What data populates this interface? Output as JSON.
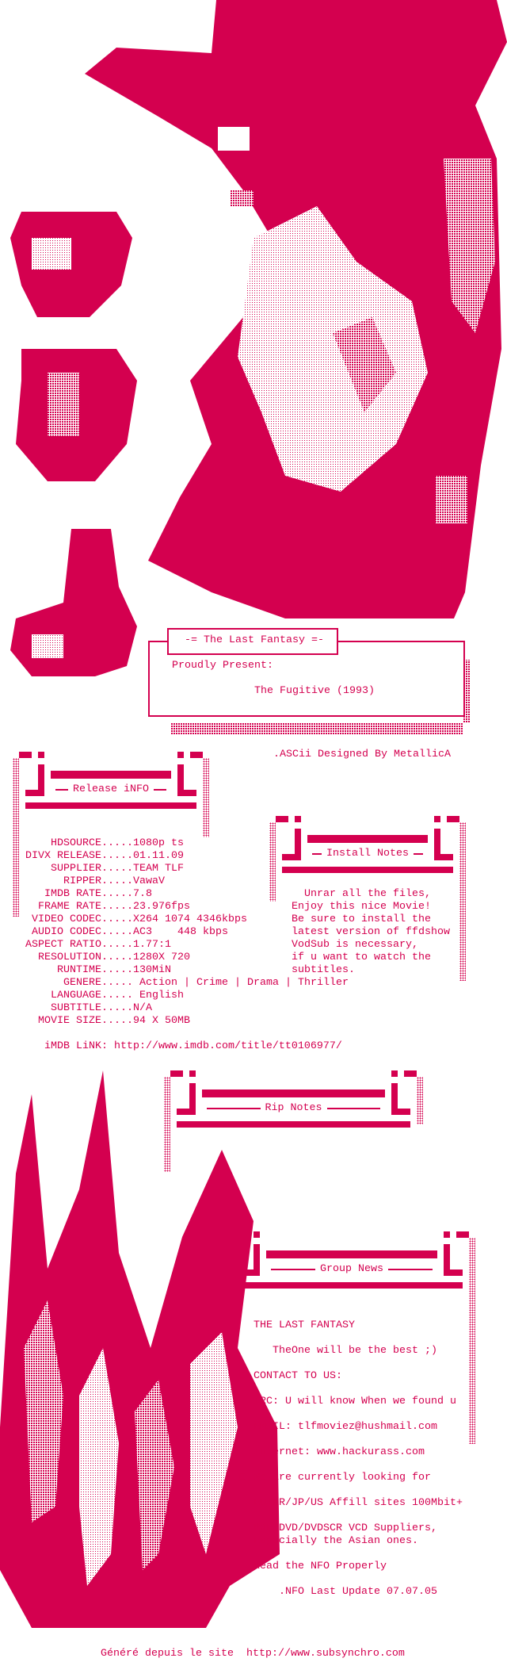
{
  "colors": {
    "accent": "#d4004f",
    "stipple": "#eb7aa2"
  },
  "title_box": {
    "title": "-= The Last Fantasy =-",
    "proudly": "Proudly Present:",
    "movie": "The Fugitive (1993)"
  },
  "credit": ".ASCii Designed By MetallicA",
  "release_info": {
    "header": "Release iNFO",
    "fields": [
      {
        "label": "HDSOURCE.....",
        "value": "1080p ts"
      },
      {
        "label": "DIVX RELEASE.....",
        "value": "01.11.09"
      },
      {
        "label": "SUPPLIER.....",
        "value": "TEAM TLF"
      },
      {
        "label": "RIPPER.....",
        "value": "VawaV"
      },
      {
        "label": "IMDB RATE.....",
        "value": "7.8"
      },
      {
        "label": "FRAME RATE.....",
        "value": "23.976fps"
      },
      {
        "label": "VIDEO CODEC.....",
        "value": "X264 1074 4346kbps"
      },
      {
        "label": "AUDIO CODEC.....",
        "value": "AC3    448 kbps"
      },
      {
        "label": "ASPECT RATIO.....",
        "value": "1.77:1"
      },
      {
        "label": "RESOLUTION.....",
        "value": "1280X 720"
      },
      {
        "label": "RUNTIME.....",
        "value": "130MiN"
      },
      {
        "label": "GENERE.....",
        "value": " Action | Crime | Drama | Thriller"
      },
      {
        "label": "LANGUAGE.....",
        "value": " English"
      },
      {
        "label": "SUBTITLE.....",
        "value": "N/A"
      },
      {
        "label": "MOVIE SIZE.....",
        "value": "94 X 50MB"
      }
    ],
    "imdb_link": "iMDB LiNK: http://www.imdb.com/title/tt0106977/"
  },
  "install_notes": {
    "header": "Install Notes",
    "lines": [
      "  Unrar all the files,",
      "Enjoy this nice Movie!",
      "Be sure to install the",
      "latest version of ffdshow",
      "VodSub is necessary,",
      "if u want to watch the",
      "subtitles."
    ]
  },
  "rip_notes": {
    "header": "Rip Notes"
  },
  "group_news": {
    "header": "Group News",
    "lines": [
      {
        "text": "THE LAST FANTASY",
        "bullet": false
      },
      {
        "text": "   TheOne will be the best ;)",
        "bullet": false
      },
      {
        "text": "CONTACT TO US:",
        "bullet": true
      },
      {
        "text": "IRC: U will know When we found u",
        "bullet": false
      },
      {
        "text": "EMAIL: tlfmoviez@hushmail.com",
        "bullet": false
      },
      {
        "text": "Internet: www.hackurass.com",
        "bullet": false
      },
      {
        "text": "We are currently looking for",
        "bullet": true
      },
      {
        "text": "EU/KR/JP/US Affill sites 100Mbit+",
        "bullet": false
      },
      {
        "text": "PRE DVD/DVDSCR VCD Suppliers,",
        "bullet": false
      },
      {
        "text": "Especially the Asian ones.",
        "bullet": false
      },
      {
        "text": "Read the NFO Properly",
        "bullet": false
      },
      {
        "text": "    .NFO Last Update 07.07.05",
        "bullet": false
      }
    ],
    "bullet_glyph": "■"
  },
  "footer": "Généré depuis le site  http://www.subsynchro.com"
}
